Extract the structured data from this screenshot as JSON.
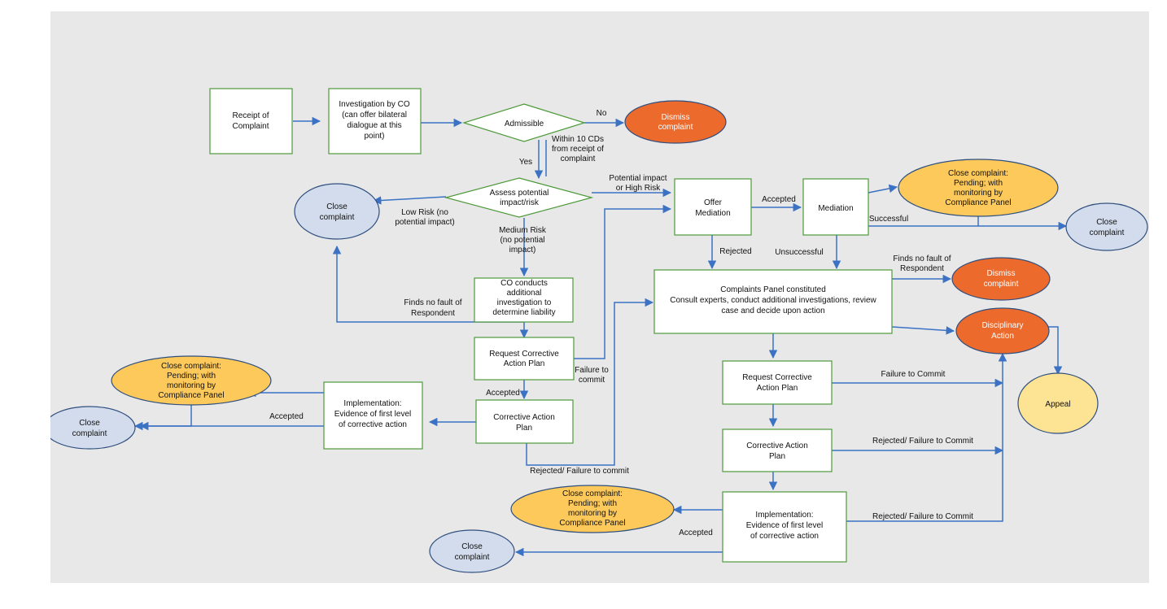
{
  "nodes": {
    "receipt": [
      "Receipt of",
      "Complaint"
    ],
    "investigation": [
      "Investigation by CO",
      "(can offer bilateral",
      "dialogue at this",
      "point)"
    ],
    "admissible": [
      "Admissible"
    ],
    "dismiss1": [
      "Dismiss",
      "complaint"
    ],
    "assess": [
      "Assess potential",
      "impact/risk"
    ],
    "close_left": [
      "Close",
      "complaint"
    ],
    "offer_mediation": [
      "Offer",
      "Mediation"
    ],
    "mediation": [
      "Mediation"
    ],
    "close_pending_top": [
      "Close complaint:",
      "Pending; with",
      "monitoring by",
      "Compliance Panel"
    ],
    "close_right": [
      "Close",
      "complaint"
    ],
    "co_additional": [
      "CO conducts",
      "additional",
      "investigation to",
      "determine liability"
    ],
    "complaints_panel": [
      "Complaints Panel constituted",
      "Consult experts, conduct additional investigations, review",
      "case and decide upon action"
    ],
    "dismiss2": [
      "Dismiss",
      "complaint"
    ],
    "disciplinary": [
      "Disciplinary",
      "Action"
    ],
    "req_cap_left": [
      "Request Corrective",
      "Action Plan"
    ],
    "cap_left": [
      "Corrective Action",
      "Plan"
    ],
    "impl_left": [
      "Implementation:",
      "Evidence of first level",
      "of corrective action"
    ],
    "close_pending_left": [
      "Close complaint:",
      "Pending; with",
      "monitoring by",
      "Compliance Panel"
    ],
    "close_far_left": [
      "Close",
      "complaint"
    ],
    "req_cap_right": [
      "Request Corrective",
      "Action Plan"
    ],
    "cap_right": [
      "Corrective Action",
      "Plan"
    ],
    "impl_right": [
      "Implementation:",
      "Evidence of first level",
      "of corrective action"
    ],
    "close_pending_bottom": [
      "Close complaint:",
      "Pending; with",
      "monitoring by",
      "Compliance Panel"
    ],
    "close_bottom": [
      "Close",
      "complaint"
    ],
    "appeal": [
      "Appeal"
    ]
  },
  "edge_labels": {
    "no": [
      "No"
    ],
    "yes": [
      "Yes"
    ],
    "within_10": [
      "Within 10 CDs",
      "from receipt of",
      "complaint"
    ],
    "potential_high": [
      "Potential impact",
      "or High Risk"
    ],
    "low_risk": [
      "Low Risk (no",
      "potential impact)"
    ],
    "medium_risk": [
      "Medium Risk",
      "(no potential",
      "impact)"
    ],
    "accepted_mediation": [
      "Accepted"
    ],
    "successful": [
      "Successful"
    ],
    "rejected_mediation": [
      "Rejected"
    ],
    "unsuccessful": [
      "Unsuccessful"
    ],
    "finds_no_fault_left": [
      "Finds no fault of",
      "Respondent"
    ],
    "finds_no_fault_right": [
      "Finds no fault of",
      "Respondent"
    ],
    "failure_to_commit_left": [
      "Failure to",
      "commit"
    ],
    "accepted_left_cap": [
      "Accepted"
    ],
    "accepted_left_impl": [
      "Accepted"
    ],
    "rejected_failure_left": [
      "Rejected/ Failure to commit"
    ],
    "failure_to_commit_right": [
      "Failure to Commit"
    ],
    "rejected_failure_right1": [
      "Rejected/ Failure to Commit"
    ],
    "rejected_failure_right2": [
      "Rejected/ Failure to Commit"
    ],
    "accepted_right_impl": [
      "Accepted"
    ]
  },
  "colors": {
    "edge": "#3b72c4",
    "node_border": "#4e9a3a",
    "ellipse_blue": "#d3dcec",
    "ellipse_orange": "#ec6a2c",
    "ellipse_yellow": "#fcc95a",
    "ellipse_light_yellow": "#fde394",
    "canvas_bg": "#e8e8e8"
  }
}
